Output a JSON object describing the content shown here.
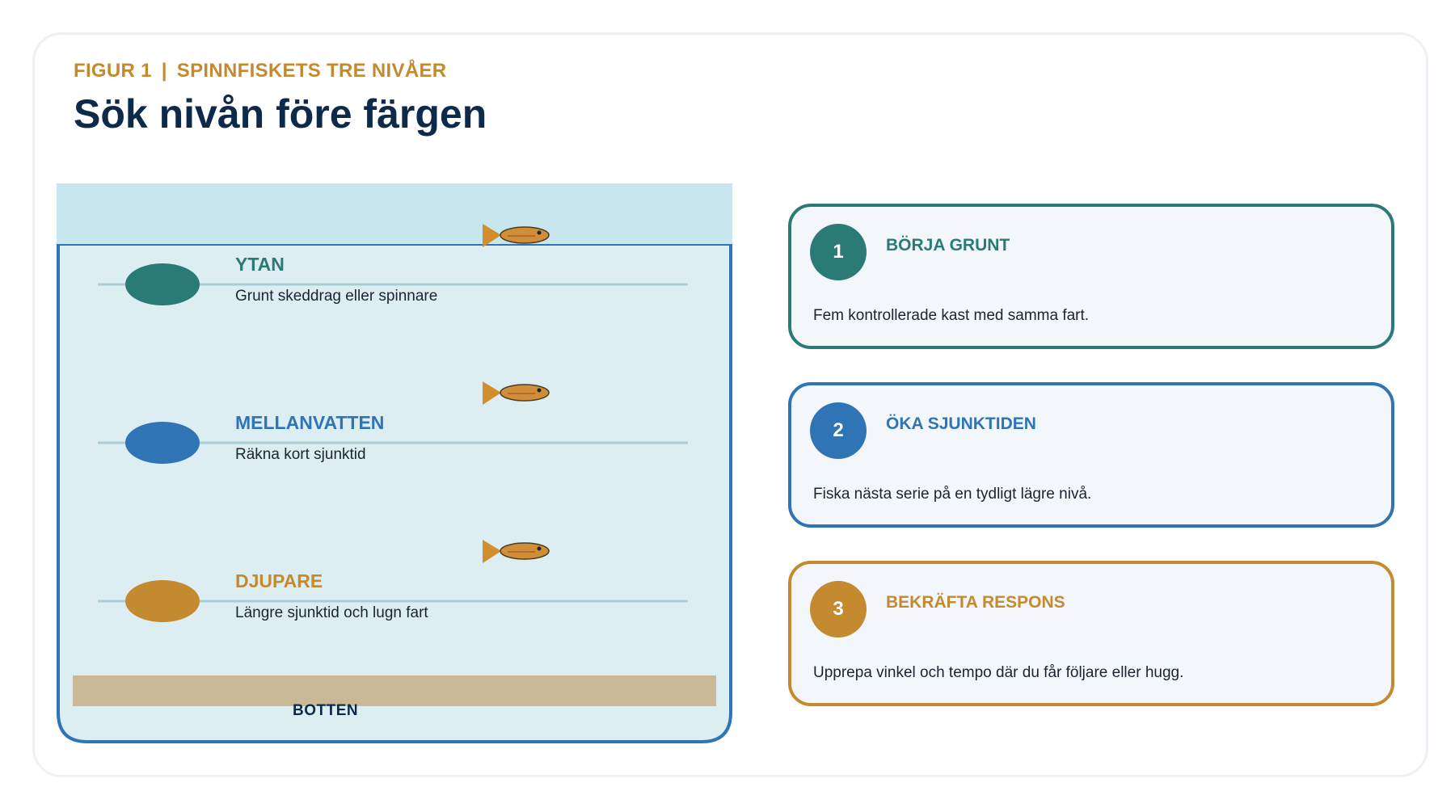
{
  "header": {
    "kicker_label": "FIGUR 1",
    "kicker_separator": "|",
    "kicker_subject": "SPINNFISKETS TRE NIVÅER",
    "title": "Sök nivån före färgen"
  },
  "diagram": {
    "levels": [
      {
        "title": "YTAN",
        "description": "Grunt skeddrag eller spinnare",
        "color": "#2a7a76"
      },
      {
        "title": "MELLANVATTEN",
        "description": "Räkna kort sjunktid",
        "color": "#2f74b5"
      },
      {
        "title": "DJUPARE",
        "description": "Längre sjunktid och lugn fart",
        "color": "#c48a2f"
      }
    ],
    "bottom_label": "BOTTEN",
    "colors": {
      "surface": "#c7e6ee",
      "water": "#ddeef3",
      "frame": "#2f74b5",
      "depth_line": "#a9cdd6",
      "bottom": "#c9b996",
      "fish_body": "#d08e36",
      "fish_tail": "#d28e2c"
    }
  },
  "steps": [
    {
      "number": "1",
      "title": "BÖRJA GRUNT",
      "description": "Fem kontrollerade kast med samma fart.",
      "color": "#2a7a76"
    },
    {
      "number": "2",
      "title": "ÖKA SJUNKTIDEN",
      "description": "Fiska nästa serie på en tydligt lägre nivå.",
      "color": "#2f74b5"
    },
    {
      "number": "3",
      "title": "BEKRÄFTA RESPONS",
      "description": "Upprepa vinkel och tempo där du får följare eller hugg.",
      "color": "#c48a2f"
    }
  ]
}
